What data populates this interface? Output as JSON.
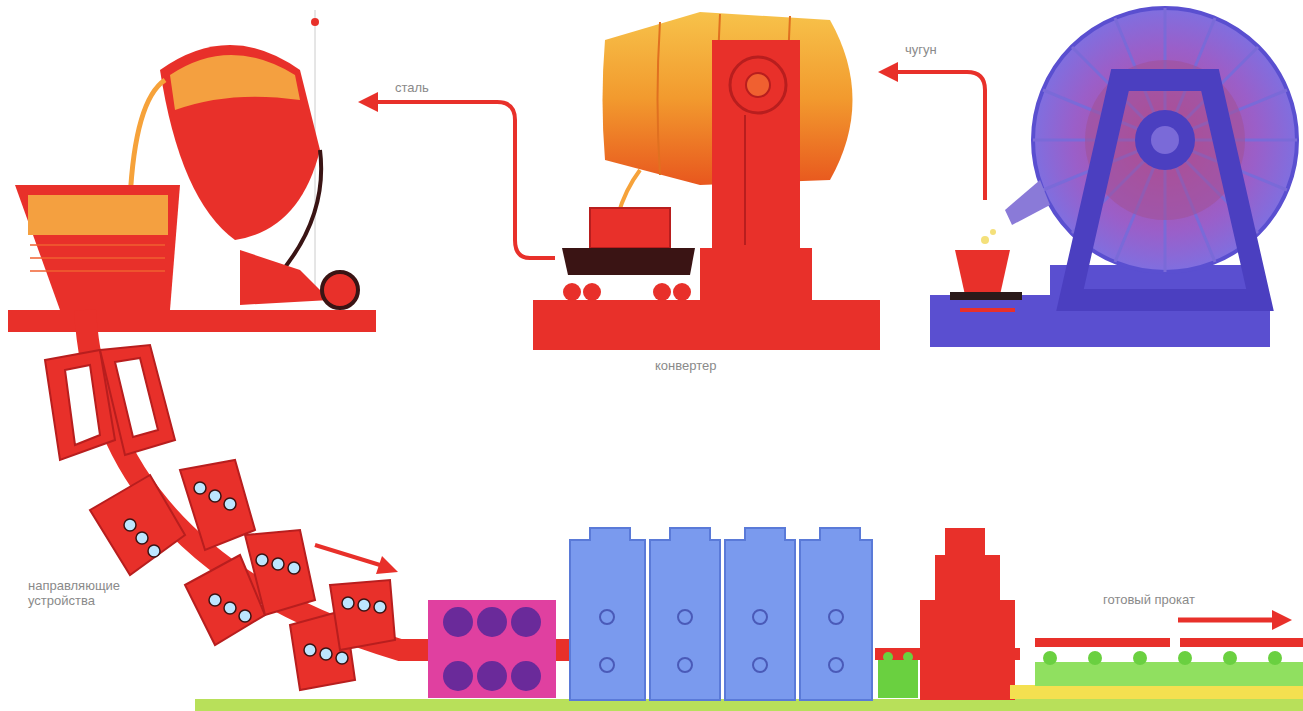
{
  "diagram": {
    "labels": [
      "чугун",
      "сталь",
      "конвертер",
      "направляющие устройства",
      "готовый прокат"
    ]
  }
}
